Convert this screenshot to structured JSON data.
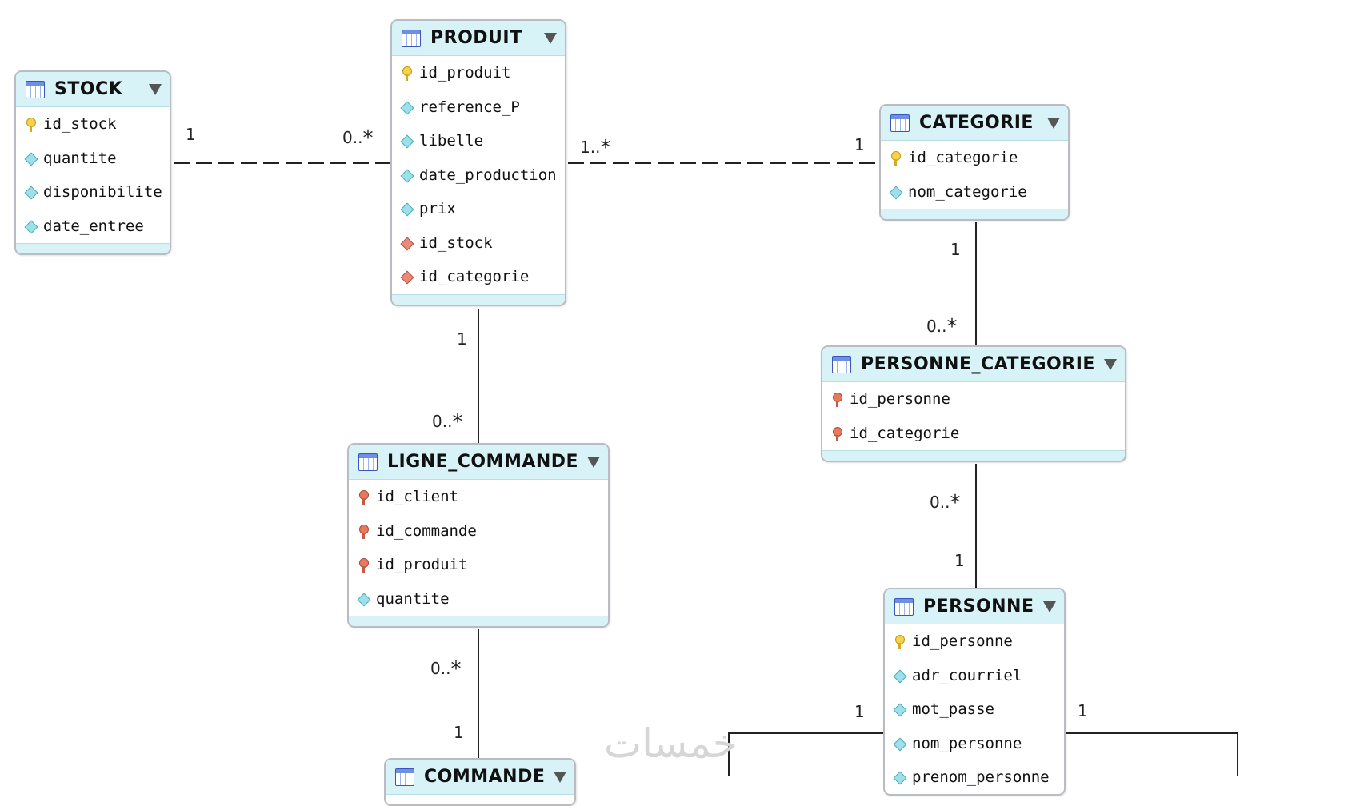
{
  "entities": {
    "stock": {
      "name": "STOCK",
      "attributes": [
        {
          "name": "id_stock",
          "key": "pk"
        },
        {
          "name": "quantite",
          "key": "attr"
        },
        {
          "name": "disponibilite",
          "key": "attr"
        },
        {
          "name": "date_entree",
          "key": "attr"
        }
      ]
    },
    "produit": {
      "name": "PRODUIT",
      "attributes": [
        {
          "name": "id_produit",
          "key": "pk"
        },
        {
          "name": "reference_P",
          "key": "attr"
        },
        {
          "name": "libelle",
          "key": "attr"
        },
        {
          "name": "date_production",
          "key": "attr"
        },
        {
          "name": "prix",
          "key": "attr"
        },
        {
          "name": "id_stock",
          "key": "fk"
        },
        {
          "name": "id_categorie",
          "key": "fk"
        }
      ]
    },
    "categorie": {
      "name": "CATEGORIE",
      "attributes": [
        {
          "name": "id_categorie",
          "key": "pk"
        },
        {
          "name": "nom_categorie",
          "key": "attr"
        }
      ]
    },
    "personne_categorie": {
      "name": "PERSONNE_CATEGORIE",
      "attributes": [
        {
          "name": "id_personne",
          "key": "pkfk"
        },
        {
          "name": "id_categorie",
          "key": "pkfk"
        }
      ]
    },
    "ligne_commande": {
      "name": "LIGNE_COMMANDE",
      "attributes": [
        {
          "name": "id_client",
          "key": "pkfk"
        },
        {
          "name": "id_commande",
          "key": "pkfk"
        },
        {
          "name": "id_produit",
          "key": "pkfk"
        },
        {
          "name": "quantite",
          "key": "attr"
        }
      ]
    },
    "personne": {
      "name": "PERSONNE",
      "attributes": [
        {
          "name": "id_personne",
          "key": "pk"
        },
        {
          "name": "adr_courriel",
          "key": "attr"
        },
        {
          "name": "mot_passe",
          "key": "attr"
        },
        {
          "name": "nom_personne",
          "key": "attr"
        },
        {
          "name": "prenom_personne",
          "key": "attr"
        }
      ]
    },
    "commande": {
      "name": "COMMANDE",
      "attributes": []
    }
  },
  "relationships": [
    {
      "id": "stock-produit",
      "labels": [
        "1",
        "0..*"
      ]
    },
    {
      "id": "produit-categorie",
      "labels": [
        "1..*",
        "1"
      ]
    },
    {
      "id": "categorie-personne_categorie",
      "labels": [
        "1",
        "0..*"
      ]
    },
    {
      "id": "produit-ligne_commande",
      "labels": [
        "1",
        "0..*"
      ]
    },
    {
      "id": "personne_categorie-personne",
      "labels": [
        "0..*",
        "1"
      ]
    },
    {
      "id": "ligne_commande-commande",
      "labels": [
        "0..*",
        "1"
      ]
    },
    {
      "id": "personne-left",
      "labels": [
        "1"
      ]
    },
    {
      "id": "personne-right",
      "labels": [
        "1"
      ]
    }
  ],
  "watermark": "خمسات"
}
